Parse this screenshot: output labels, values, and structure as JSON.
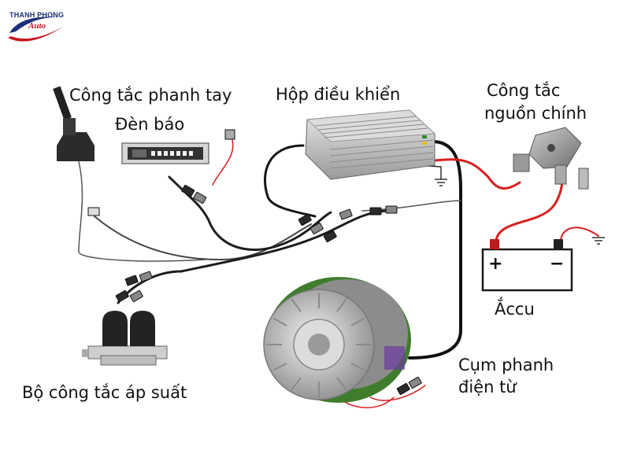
{
  "logo": {
    "line1": "THANH PHONG",
    "line2": "Auto"
  },
  "labels": {
    "hand_brake_switch": "Công tắc phanh tay",
    "indicator_lamp": "Đèn báo",
    "controller_box": "Hộp điều khiển",
    "main_power_switch_line1": "Công tắc",
    "main_power_switch_line2": "nguồn chính",
    "battery": "Ắccu",
    "electromagnetic_brake_line1": "Cụm phanh",
    "electromagnetic_brake_line2": "điện từ",
    "pressure_switch_set": "Bộ công tắc áp suất"
  },
  "battery_terminals": {
    "positive": "+",
    "negative": "−"
  },
  "colors": {
    "brand_blue": "#1b2f7a",
    "brand_red": "#c4161c",
    "wire_red": "#d81e1e",
    "wire_black": "#151515",
    "motor_green": "#3f7d2c"
  }
}
